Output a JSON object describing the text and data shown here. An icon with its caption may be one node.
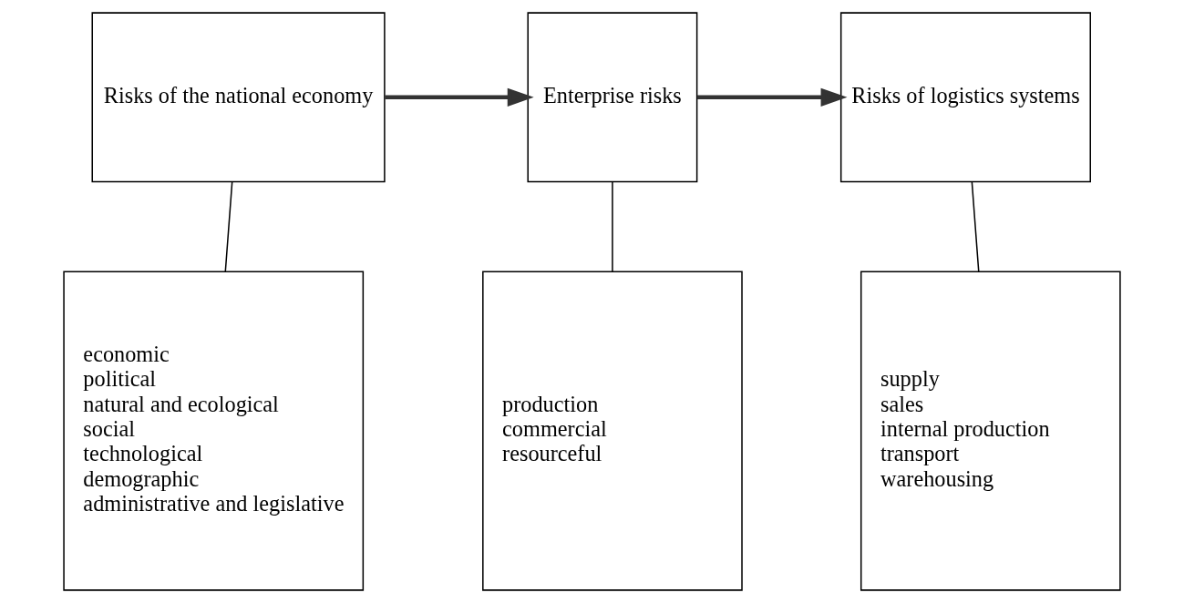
{
  "diagram": {
    "nodes": [
      {
        "text": [
          "Risks of the national economy"
        ]
      },
      {
        "text": [
          "Enterprise risks"
        ]
      },
      {
        "text": [
          "Risks of logistics systems"
        ]
      },
      {
        "text": [
          "economic",
          "political",
          "natural and ecological",
          "social",
          "technological",
          "demographic",
          "administrative and legislative"
        ]
      },
      {
        "text": [
          "production",
          "commercial",
          "resourceful"
        ]
      },
      {
        "text": [
          "supply",
          "sales",
          "internal production",
          "transport",
          "warehousing"
        ]
      }
    ],
    "edges": [
      {
        "from": 0,
        "to": 1,
        "arrow": "to",
        "style": "thick"
      },
      {
        "from": 1,
        "to": 2,
        "arrow": "to",
        "style": "thick"
      },
      {
        "from": 0,
        "to": 3,
        "arrow": "none"
      },
      {
        "from": 1,
        "to": 4,
        "arrow": "none"
      },
      {
        "from": 2,
        "to": 5,
        "arrow": "none"
      }
    ]
  }
}
